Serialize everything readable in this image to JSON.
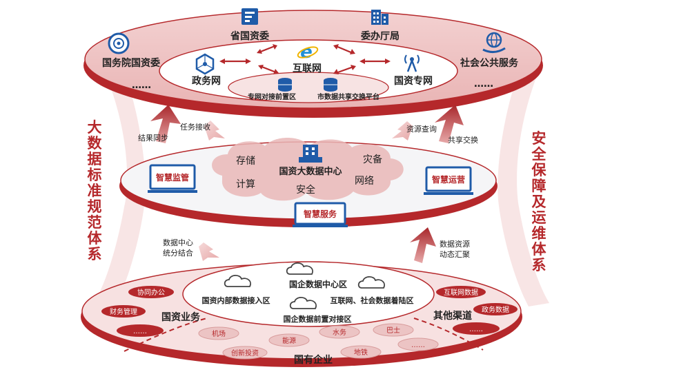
{
  "colors": {
    "primary": "#b5282b",
    "pink_fill": "#efc6c6",
    "blue": "#1f5ba8",
    "white": "#ffffff"
  },
  "top_layer": {
    "nodes": {
      "provincial_sasac": "省国资委",
      "commissions_bureaus": "委办厅局",
      "state_council_sasac": "国务院国资委",
      "public_services": "社会公共服务",
      "ellipsis_left": "……",
      "ellipsis_right": "……"
    },
    "networks": {
      "internet": "互联网",
      "gov_network": "政务网",
      "sasac_private_network": "国资专网"
    },
    "inner": {
      "private_net_front_zone": "专网对接前置区",
      "city_data_sharing": "市数据共享交换平台"
    }
  },
  "middle_layer": {
    "center": "国资大数据中心",
    "cloud_labels": {
      "storage": "存储",
      "computing": "计算",
      "security": "安全",
      "disaster_recovery": "灾备",
      "network": "网络"
    },
    "screens": {
      "smart_supervision": "智慧监管",
      "smart_operation": "智慧运营",
      "smart_service": "智慧服务"
    }
  },
  "bottom_layer": {
    "center": "国企数据中心区",
    "zones": {
      "internal_access": "国资内部数据接入区",
      "internet_social": "互联网、社会数据着陆区",
      "front_docking": "国企数据前置对接区"
    },
    "sasac_business": {
      "title": "国资业务",
      "items": [
        "协同办公",
        "财务管理",
        "……"
      ]
    },
    "other_channels": {
      "title": "其他渠道",
      "items": [
        "互联网数据",
        "政务数据",
        "……"
      ]
    },
    "soe": {
      "title": "国有企业",
      "items": [
        "机场",
        "能源",
        "水务",
        "巴士",
        "创新投资",
        "地铁",
        "……"
      ]
    }
  },
  "flows": {
    "result_sync": "结果同步",
    "task_receive": "任务接收",
    "resource_query": "资源查询",
    "shared_exchange": "共享交换",
    "dc_unified_distributed": [
      "数据中心",
      "统分结合"
    ],
    "data_resource_aggregation": [
      "数据资源",
      "动态汇聚"
    ]
  },
  "side_titles": {
    "left": "大数据标准规范体系",
    "right": "安全保障及运维体系"
  }
}
